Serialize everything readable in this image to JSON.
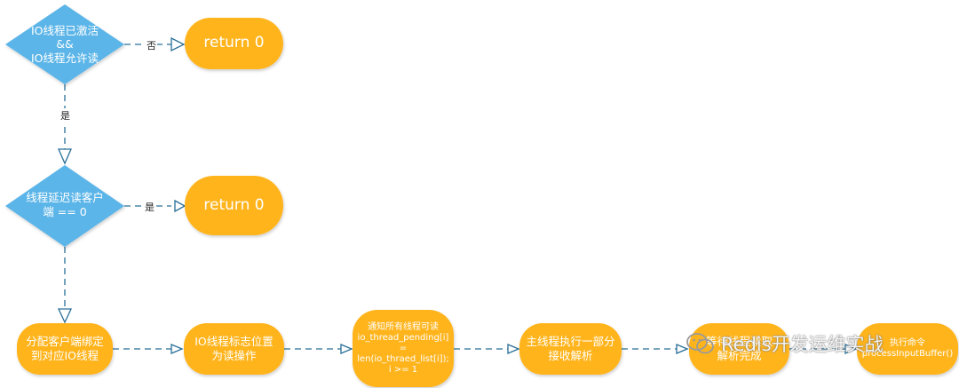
{
  "nodes": {
    "diamond_active": {
      "lines": [
        "IO线程已激活",
        "&&",
        "IO线程允许读"
      ],
      "color": "#5bb5e8"
    },
    "return_top": {
      "label": "return 0",
      "color": "#ffb41d"
    },
    "diamond_delay": {
      "lines": [
        "线程延迟读客户",
        "端 == 0"
      ],
      "color": "#5bb5e8"
    },
    "return_mid": {
      "label": "return 0",
      "color": "#ffb41d"
    },
    "assign": {
      "lines": [
        "分配客户端绑定",
        "到对应IO线程"
      ],
      "color": "#ffb41d"
    },
    "flag": {
      "lines": [
        "IO线程标志位置",
        "为读操作"
      ],
      "color": "#ffb41d"
    },
    "notify": {
      "lines": [
        "通知所有线程可读",
        "io_thread_pending[i]",
        "=",
        "len(io_thraed_list[i]);",
        "i >= 1"
      ],
      "color": "#ffb41d"
    },
    "main_parse": {
      "lines": [
        "主线程执行一部分",
        "接收解析"
      ],
      "color": "#ffb41d"
    },
    "wait_done": {
      "lines": [
        "等待线程读取",
        "解析完成"
      ],
      "color": "#ffb41d"
    },
    "execute": {
      "lines": [
        "执行命令",
        "processInputBuffer()"
      ],
      "color": "#ffb41d"
    }
  },
  "edges": {
    "no_label": "否",
    "yes_label_down": "是",
    "yes_label_right": "是",
    "line_color": "#2a6f97"
  },
  "watermark": {
    "text": "Redis开发运维实战"
  }
}
